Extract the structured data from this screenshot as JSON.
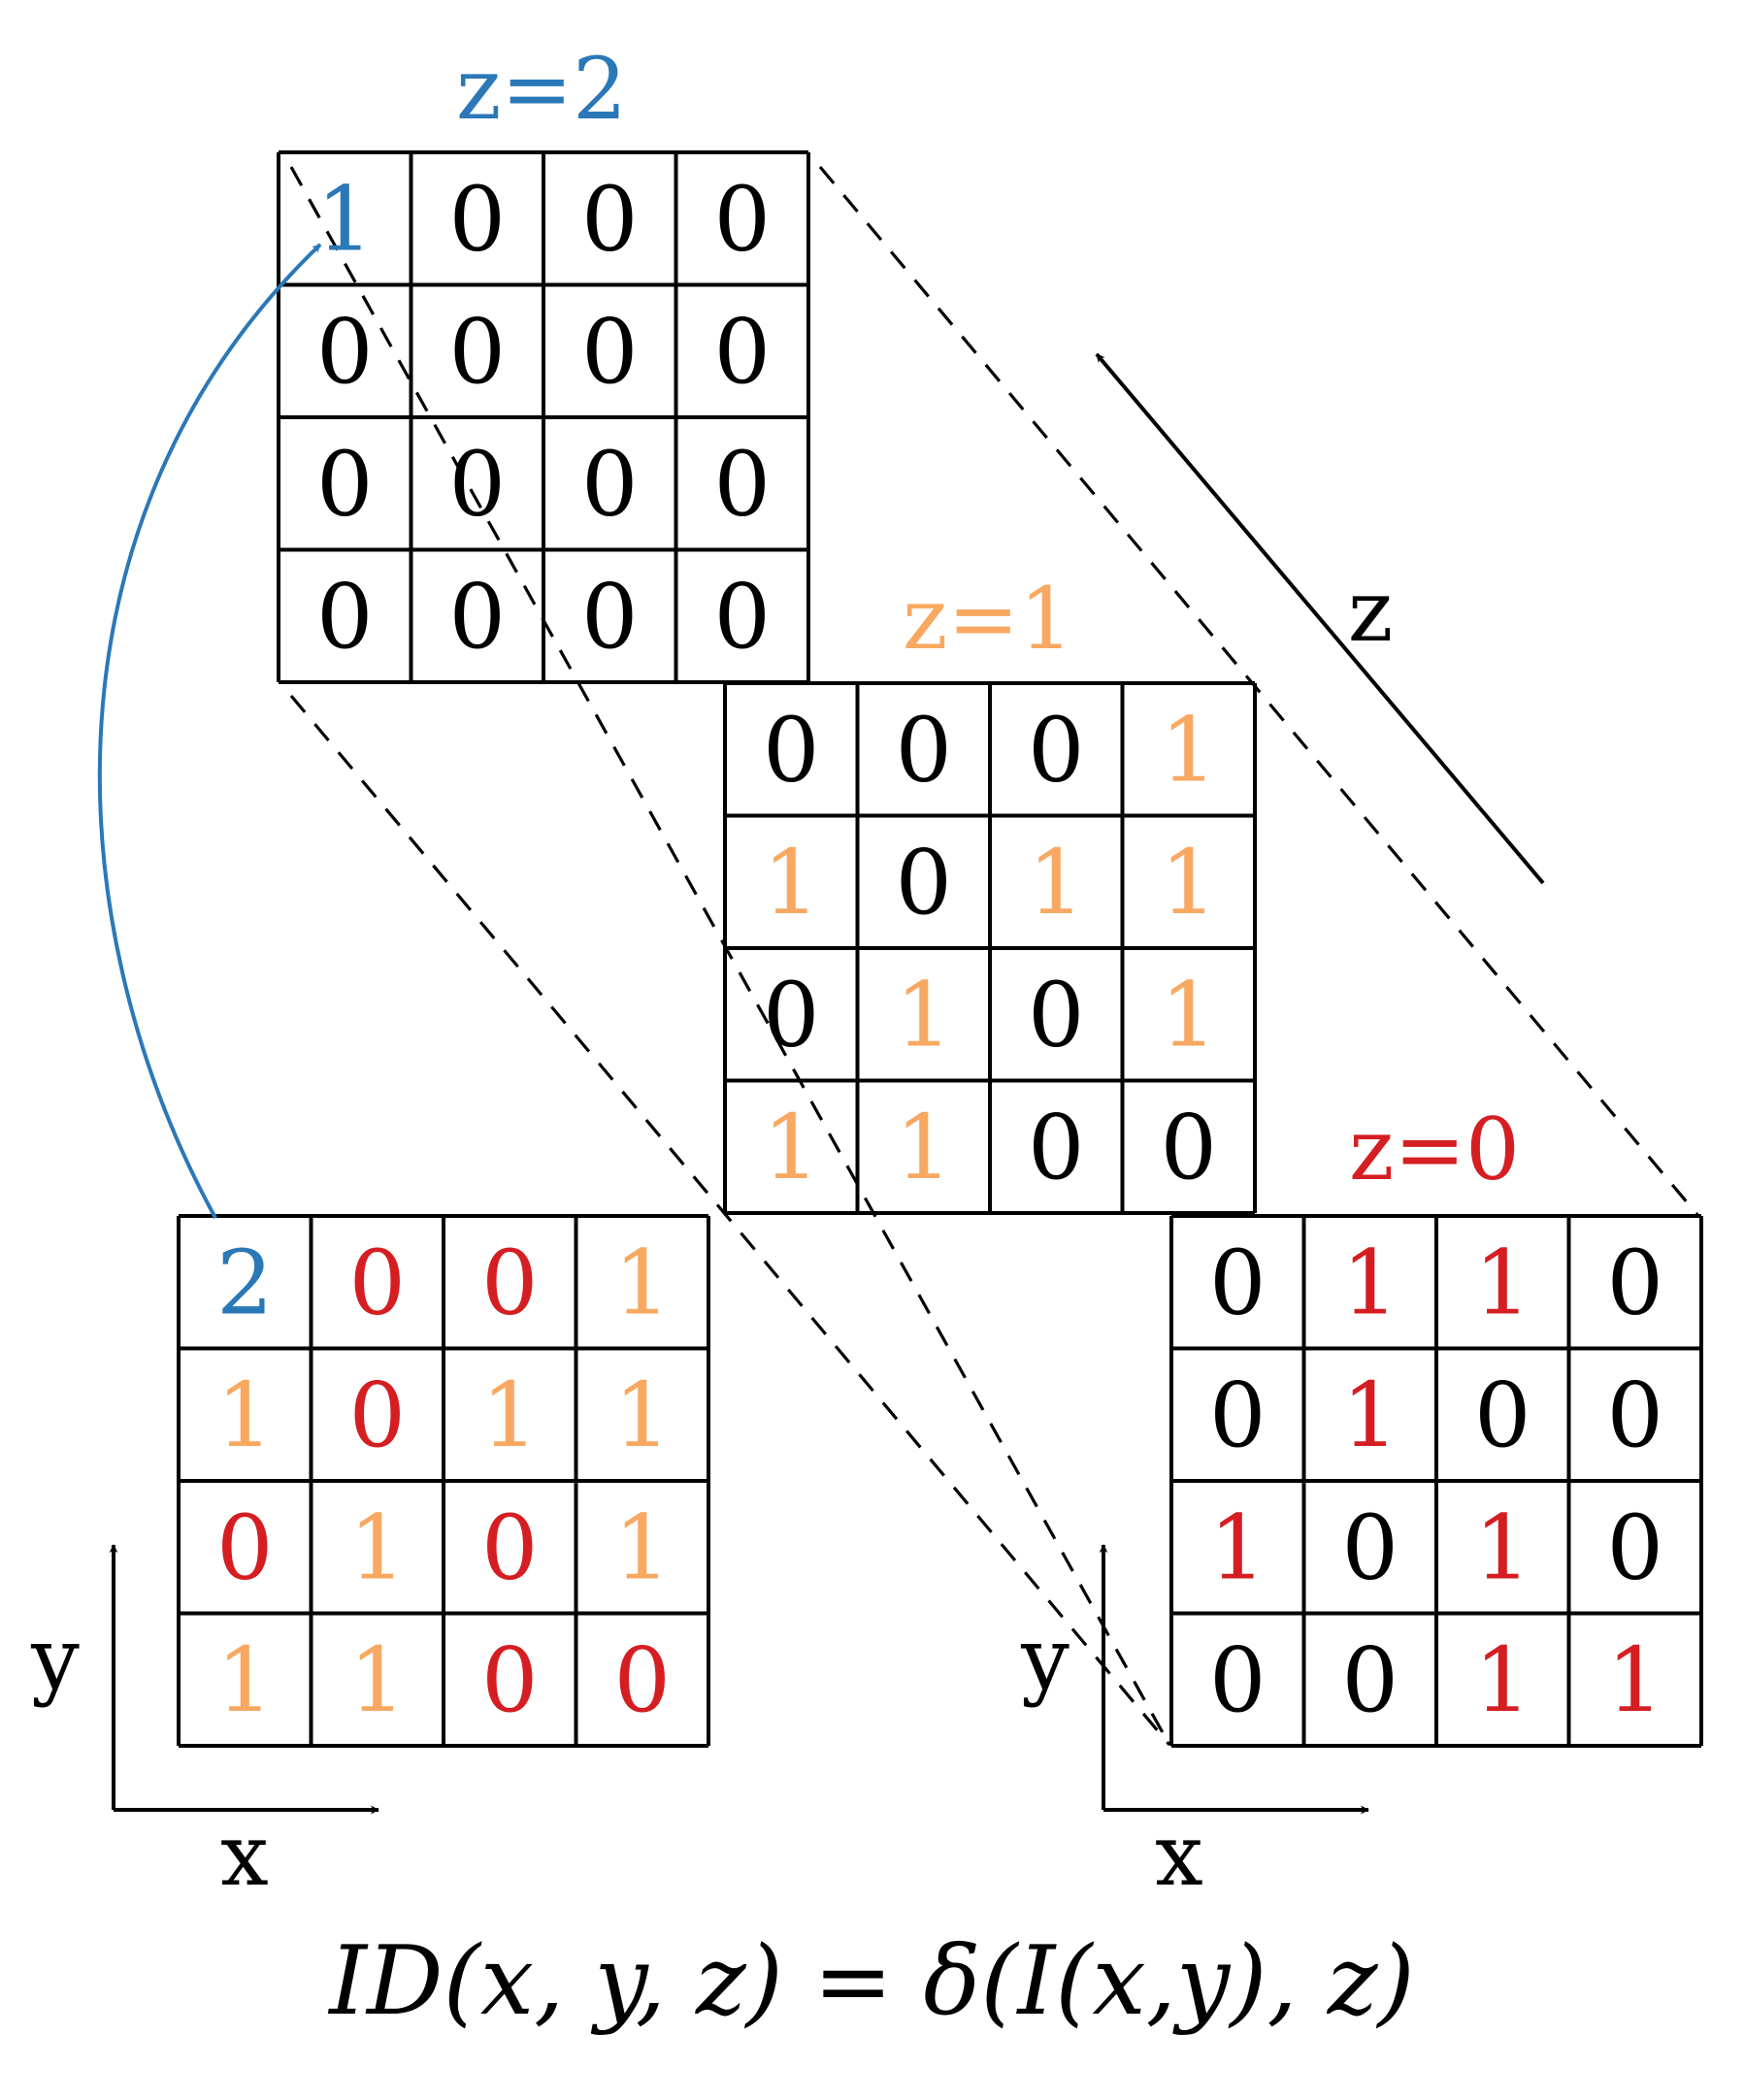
{
  "colors": {
    "black": "#000000",
    "blue": "#2b78b8",
    "orange": "#f8a860",
    "red": "#d51e22"
  },
  "layers": [
    {
      "id": "z2",
      "label": "z=2",
      "label_color": "blue",
      "cells": [
        [
          "1",
          "0",
          "0",
          "0"
        ],
        [
          "0",
          "0",
          "0",
          "0"
        ],
        [
          "0",
          "0",
          "0",
          "0"
        ],
        [
          "0",
          "0",
          "0",
          "0"
        ]
      ],
      "colors": [
        [
          "blue",
          "black",
          "black",
          "black"
        ],
        [
          "black",
          "black",
          "black",
          "black"
        ],
        [
          "black",
          "black",
          "black",
          "black"
        ],
        [
          "black",
          "black",
          "black",
          "black"
        ]
      ]
    },
    {
      "id": "z1",
      "label": "z=1",
      "label_color": "orange",
      "cells": [
        [
          "0",
          "0",
          "0",
          "1"
        ],
        [
          "1",
          "0",
          "1",
          "1"
        ],
        [
          "0",
          "1",
          "0",
          "1"
        ],
        [
          "1",
          "1",
          "0",
          "0"
        ]
      ],
      "colors": [
        [
          "black",
          "black",
          "black",
          "orange"
        ],
        [
          "orange",
          "black",
          "orange",
          "orange"
        ],
        [
          "black",
          "orange",
          "black",
          "orange"
        ],
        [
          "orange",
          "orange",
          "black",
          "black"
        ]
      ]
    },
    {
      "id": "z0",
      "label": "z=0",
      "label_color": "red",
      "cells": [
        [
          "0",
          "1",
          "1",
          "0"
        ],
        [
          "0",
          "1",
          "0",
          "0"
        ],
        [
          "1",
          "0",
          "1",
          "0"
        ],
        [
          "0",
          "0",
          "1",
          "1"
        ]
      ],
      "colors": [
        [
          "black",
          "red",
          "red",
          "black"
        ],
        [
          "black",
          "red",
          "black",
          "black"
        ],
        [
          "red",
          "black",
          "red",
          "black"
        ],
        [
          "black",
          "black",
          "red",
          "red"
        ]
      ]
    },
    {
      "id": "input",
      "label": "",
      "label_color": "black",
      "cells": [
        [
          "2",
          "0",
          "0",
          "1"
        ],
        [
          "1",
          "0",
          "1",
          "1"
        ],
        [
          "0",
          "1",
          "0",
          "1"
        ],
        [
          "1",
          "1",
          "0",
          "0"
        ]
      ],
      "colors": [
        [
          "blue",
          "red",
          "red",
          "orange"
        ],
        [
          "orange",
          "red",
          "orange",
          "orange"
        ],
        [
          "red",
          "orange",
          "red",
          "orange"
        ],
        [
          "orange",
          "orange",
          "red",
          "red"
        ]
      ]
    }
  ],
  "axes": {
    "x_label": "x",
    "y_label": "y",
    "z_label": "z"
  },
  "formula": "ID(x, y, z) = δ(I(x,y), z)"
}
